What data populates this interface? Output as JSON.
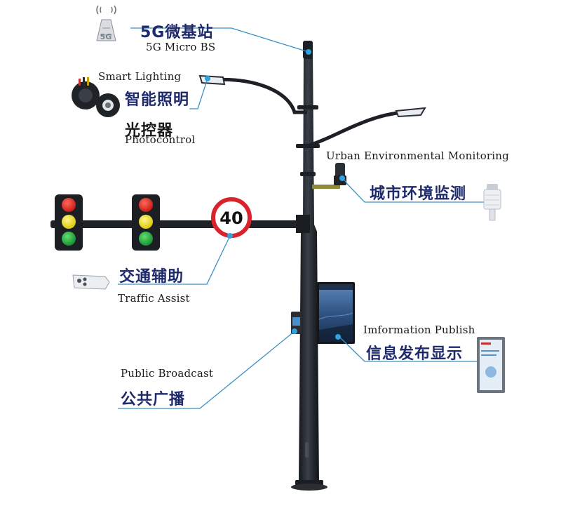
{
  "labels": {
    "bs_zh": "5G微基站",
    "bs_en": "5G Micro BS",
    "light_en": "Smart Lighting",
    "light_zh": "智能照明",
    "photo_zh": "光控器",
    "photo_en": "Photocontrol",
    "env_en": "Urban Environmental Monitoring",
    "env_zh": "城市环境监测",
    "speed_sign": "40",
    "traffic_zh": "交通辅助",
    "traffic_en": "Traffic Assist",
    "info_en": "Imformation Publish",
    "info_zh": "信息发布显示",
    "broadcast_en": "Public Broadcast",
    "broadcast_zh": "公共广播"
  },
  "icons": [
    "5g-tower-icon",
    "photocontrol-icon",
    "camera-icon",
    "env-sensor-icon",
    "led-display-icon",
    "speaker-icon"
  ],
  "colors": {
    "pole": "#22262b",
    "leader": "#3b8fc6",
    "dot": "#2ea3e0",
    "label_zh": "#1e2a6b",
    "sign_ring": "#d8232a",
    "signal_red": "#e2231a",
    "signal_yellow": "#f5e400",
    "signal_green": "#1fa83a"
  }
}
